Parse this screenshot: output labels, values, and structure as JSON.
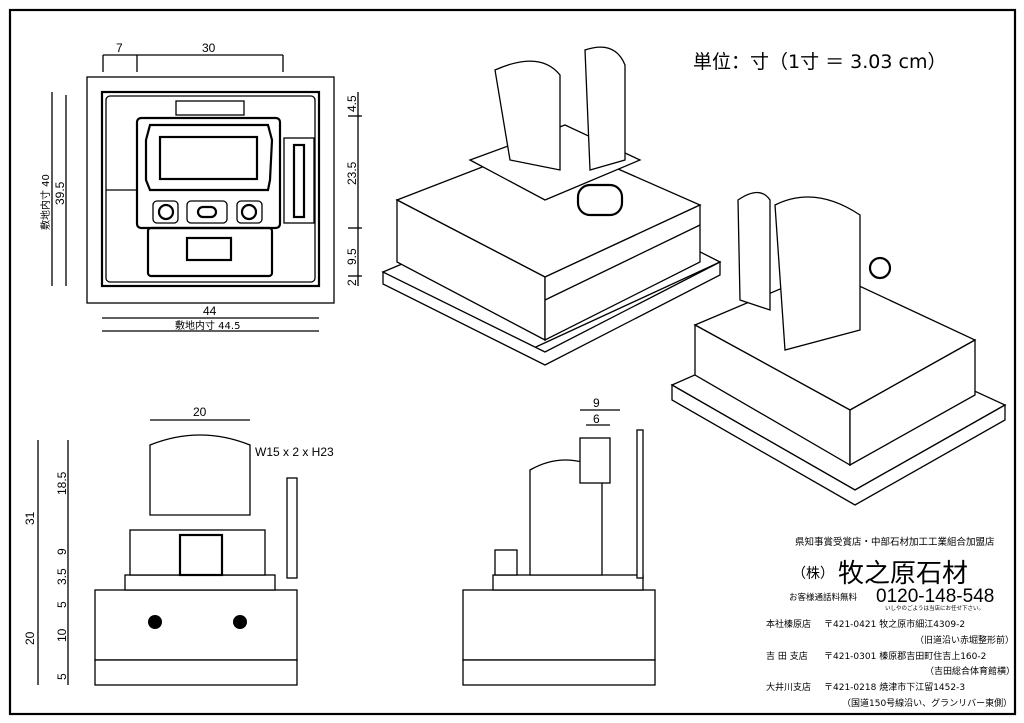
{
  "unit_note": "単位：寸（1寸 ＝ 3.03 cm）",
  "plan_view": {
    "dim_top_left": "7",
    "dim_top_main": "30",
    "dim_left_inner": "敷地内寸 40",
    "dim_left_outer": "39.5",
    "dim_right": [
      "4.5",
      "23.5",
      "9.5",
      "2"
    ],
    "dim_bottom": "44",
    "dim_bottom_inner": "敷地内寸 44.5"
  },
  "front_view": {
    "dim_top": "20",
    "note": "W15 x 2 x H23",
    "dim_left_outer": "31",
    "dim_left": [
      "18.5",
      "9",
      "3.5",
      "5",
      "10",
      "5"
    ],
    "dim_left_base": "20"
  },
  "side_view": {
    "dim_top_1": "9",
    "dim_top_2": "6"
  },
  "company": {
    "tagline": "県知事賞受賞店・中部石材加工工業組合加盟店",
    "prefix": "（株）",
    "name": "牧之原石材",
    "phone_label": "お客様通話料無料",
    "phone": "0120-148-548",
    "phone_sub": "いしやのごようは当店にお任せ下さい。",
    "branches": [
      {
        "name": "本社榛原店",
        "address": "〒421-0421 牧之原市細江4309-2",
        "note": "（旧道沿い赤堀整形前）"
      },
      {
        "name": "吉 田 支店",
        "address": "〒421-0301 榛原郡吉田町住吉上160-2",
        "note": "（吉田総合体育館横）"
      },
      {
        "name": "大井川支店",
        "address": "〒421-0218 焼津市下江留1452-3",
        "note": "（国道150号線沿い、グランリバー東側）"
      }
    ]
  }
}
